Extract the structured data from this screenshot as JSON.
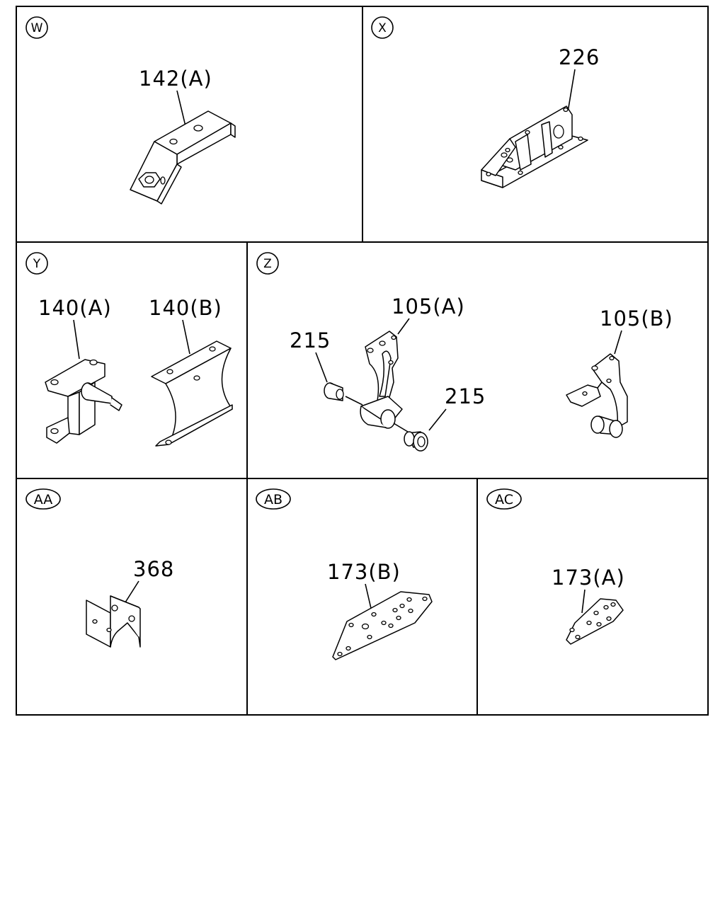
{
  "panels": {
    "W": {
      "id": "W",
      "parts": [
        "142(A)"
      ]
    },
    "X": {
      "id": "X",
      "parts": [
        "226"
      ]
    },
    "Y": {
      "id": "Y",
      "parts": [
        "140(A)",
        "140(B)"
      ]
    },
    "Z": {
      "id": "Z",
      "parts": [
        "215",
        "105(A)",
        "215",
        "105(B)"
      ]
    },
    "AA": {
      "id": "AA",
      "parts": [
        "368"
      ]
    },
    "AB": {
      "id": "AB",
      "parts": [
        "173(B)"
      ]
    },
    "AC": {
      "id": "AC",
      "parts": [
        "173(A)"
      ]
    }
  }
}
